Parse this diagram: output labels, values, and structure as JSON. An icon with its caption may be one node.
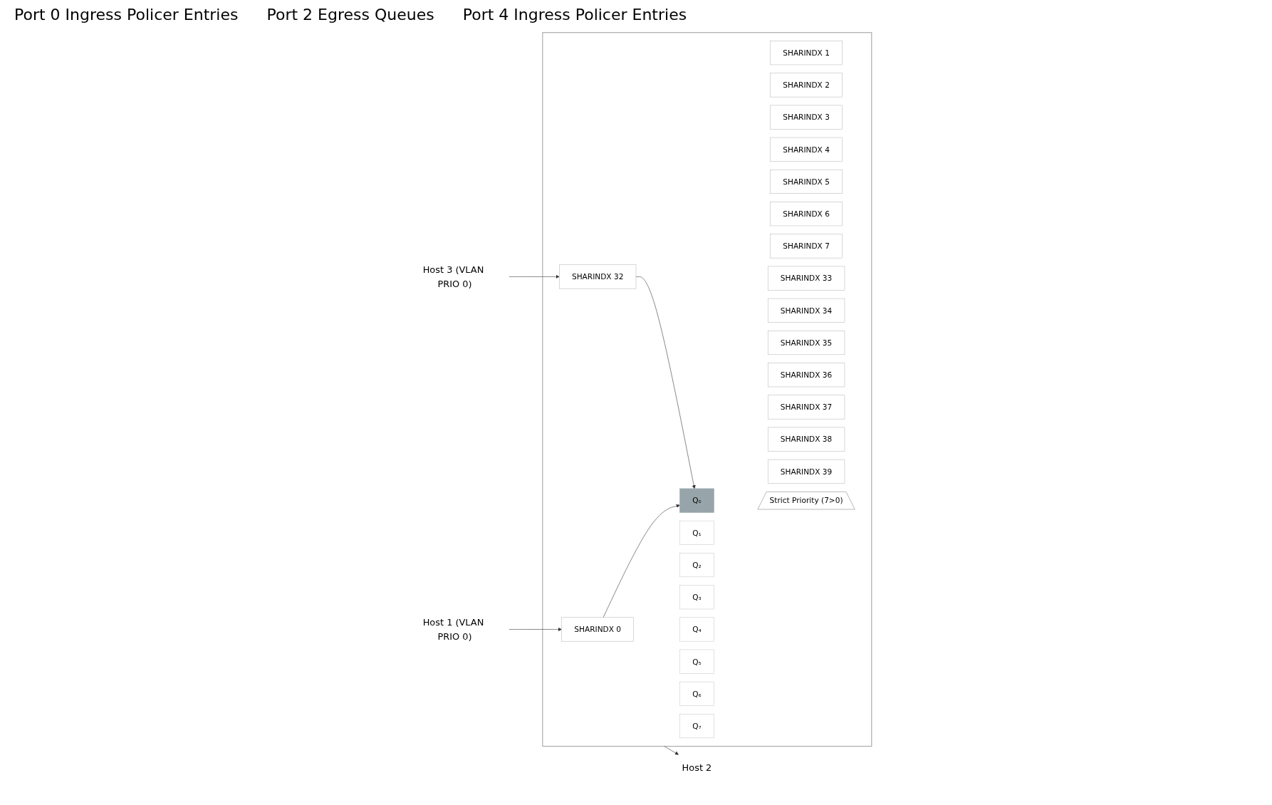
{
  "diagram": {
    "nodes": [
      {
        "text": [
          "Host 1 (VLAN PRIO 0)"
        ]
      },
      {
        "text": [
          "Host 3 (VLAN PRIO 0)"
        ]
      },
      {
        "text": [],
        "shape": "box"
      },
      {
        "text": [
          "SHARINDX 0"
        ],
        "in": 2
      },
      {
        "text": [
          "SHARINDX 1"
        ],
        "in": 2
      },
      {
        "text": [
          "SHARINDX 2"
        ],
        "in": 2
      },
      {
        "text": [
          "SHARINDX 3"
        ],
        "in": 2
      },
      {
        "text": [
          "SHARINDX 4"
        ],
        "in": 2
      },
      {
        "text": [
          "SHARINDX 5"
        ],
        "in": 2
      },
      {
        "text": [
          "SHARINDX 6"
        ],
        "in": 2
      },
      {
        "text": [
          "SHARINDX 7"
        ],
        "in": 2
      },
      {
        "text": [
          "SHARINDX 32"
        ],
        "in": 2
      },
      {
        "text": [
          "SHARINDX 33"
        ],
        "in": 2
      },
      {
        "text": [
          "SHARINDX 34"
        ],
        "in": 2
      },
      {
        "text": [
          "SHARINDX 35"
        ],
        "in": 2
      },
      {
        "text": [
          "SHARINDX 36"
        ],
        "in": 2
      },
      {
        "text": [
          "SHARINDX 37"
        ],
        "in": 2
      },
      {
        "text": [
          "SHARINDX 38"
        ],
        "in": 2
      },
      {
        "text": [
          "SHARINDX 39"
        ],
        "in": 2
      },
      {
        "text": [
          "Q₀"
        ],
        "in": 2
      },
      {
        "text": [
          "Q₁"
        ],
        "in": 2
      },
      {
        "text": [
          "Q₂"
        ],
        "in": 2
      },
      {
        "text": [
          "Q₃"
        ],
        "in": 2
      },
      {
        "text": [
          "Q₄"
        ],
        "in": 2
      },
      {
        "text": [
          "Q₅"
        ],
        "in": 2
      },
      {
        "text": [
          "Q₆"
        ],
        "in": 2
      },
      {
        "text": [
          "Q₇"
        ],
        "in": 2
      },
      {
        "text": [
          "Strict Priority (7>0)"
        ],
        "in": 2
      },
      {
        "text": [
          "Host 2"
        ]
      }
    ],
    "edges": [
      {
        "from": 0,
        "to": 3,
        "arrow": "to"
      },
      {
        "from": 1,
        "to": 11,
        "arrow": "to"
      },
      {
        "from": 3,
        "to": 19,
        "arrow": "to"
      },
      {
        "from": 11,
        "to": 19,
        "arrow": "to"
      },
      {
        "from": 2,
        "to": 28,
        "arrow": "to"
      }
    ],
    "labels": [
      "Port 0 Ingress Policer Entries",
      "Port 2 Egress Queues",
      "Port 4 Ingress Policer Entries"
    ]
  }
}
